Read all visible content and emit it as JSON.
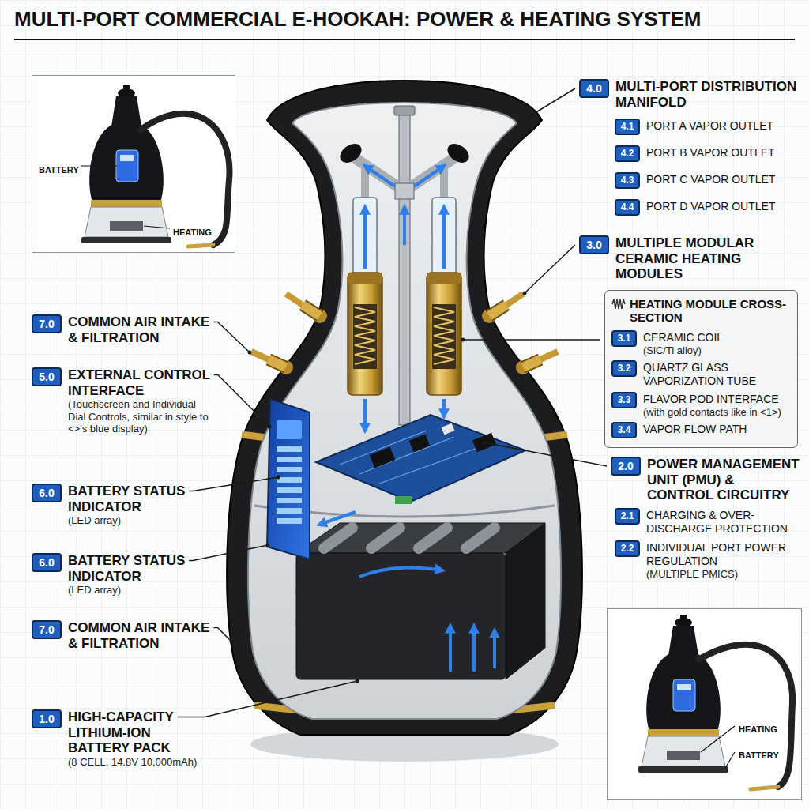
{
  "diagram": {
    "title": "MULTI-PORT COMMERCIAL E-HOOKAH: POWER & HEATING SYSTEM",
    "nodes": [
      {
        "text": [
          "BATTERY",
          "HEATING"
        ]
      },
      {
        "text": [
          "4.0",
          "MULTI-PORT DISTRIBUTION MANIFOLD"
        ]
      },
      {
        "text": [
          "4.1",
          "PORT A VAPOR OUTLET"
        ]
      },
      {
        "text": [
          "4.2",
          "PORT B VAPOR OUTLET"
        ]
      },
      {
        "text": [
          "4.3",
          "PORT C VAPOR OUTLET"
        ]
      },
      {
        "text": [
          "4.4",
          "PORT D VAPOR OUTLET"
        ]
      },
      {
        "text": [
          "3.0",
          "MULTIPLE MODULAR CERAMIC HEATING MODULES"
        ]
      },
      {
        "text": [
          "HEATING MODULE CROSS-SECTION"
        ]
      },
      {
        "text": [
          "3.1",
          "CERAMIC COIL",
          "(SiC/Ti alloy)"
        ],
        "in": 7
      },
      {
        "text": [
          "3.2",
          "QUARTZ GLASS VAPORIZATION TUBE"
        ],
        "in": 7
      },
      {
        "text": [
          "3.3",
          "FLAVOR POD INTERFACE",
          "(with gold contacts like in <1>)"
        ],
        "in": 7
      },
      {
        "text": [
          "3.4",
          "VAPOR FLOW PATH"
        ],
        "in": 7
      },
      {
        "text": [
          "7.0",
          "COMMON AIR INTAKE & FILTRATION"
        ]
      },
      {
        "text": [
          "5.0",
          "EXTERNAL CONTROL INTERFACE",
          "(Touchscreen and Individual Dial Controls, similar in style to <>'s blue display)"
        ]
      },
      {
        "text": [
          "6.0",
          "BATTERY STATUS INDICATOR",
          "(LED array)"
        ]
      },
      {
        "text": [
          "2.0",
          "POWER MANAGEMENT UNIT (PMU) & CONTROL CIRCUITRY"
        ]
      },
      {
        "text": [
          "2.1",
          "CHARGING & OVER-DISCHARGE PROTECTION"
        ]
      },
      {
        "text": [
          "2.2",
          "INDIVIDUAL PORT POWER REGULATION",
          "(MULTIPLE PMICS)"
        ]
      },
      {
        "text": [
          "6.0",
          "BATTERY STATUS INDICATOR",
          "(LED array)"
        ]
      },
      {
        "text": [
          "7.0",
          "COMMON AIR INTAKE & FILTRATION"
        ]
      },
      {
        "text": [
          "1.0",
          "HIGH-CAPACITY LITHIUM-ION BATTERY PACK",
          "(8 CELL, 14.8V 10,000mAh)"
        ]
      },
      {
        "text": [
          "HEATING",
          "BATTERY"
        ]
      }
    ]
  }
}
